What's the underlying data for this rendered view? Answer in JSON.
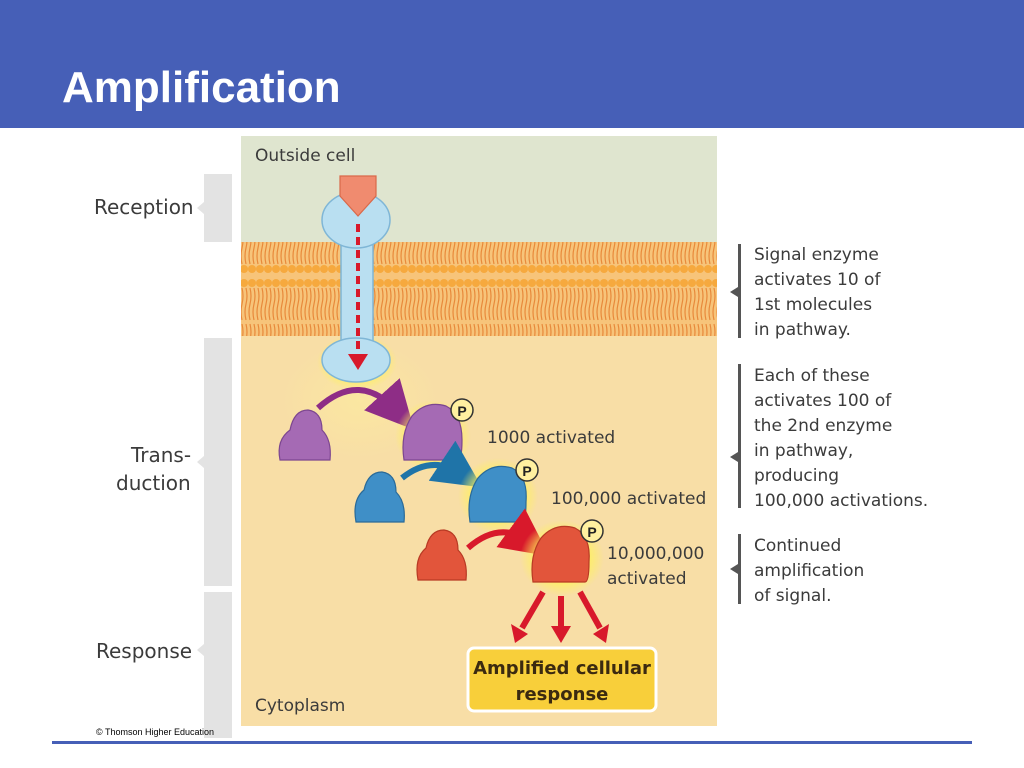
{
  "slide": {
    "title": "Amplification",
    "copyright": "© Thomson Higher Education",
    "accent_color": "#465fb7"
  },
  "diagram": {
    "outside_label": "Outside cell",
    "cytoplasm_label": "Cytoplasm",
    "phases": {
      "reception": "Reception",
      "transduction_line1": "Trans-",
      "transduction_line2": "duction",
      "response": "Response"
    },
    "phospho_label": "P",
    "counts": {
      "first": "1000 activated",
      "second": "100,000 activated",
      "third_line1": "10,000,000",
      "third_line2": "activated"
    },
    "response_box": {
      "line1": "Amplified cellular",
      "line2": "response"
    },
    "notes": [
      [
        "Signal enzyme",
        "activates 10 of",
        "1st molecules",
        "in pathway."
      ],
      [
        "Each of these",
        "activates 100 of",
        "the 2nd enzyme",
        "in pathway,",
        "producing",
        "100,000 activations."
      ],
      [
        "Continued",
        "amplification",
        "of signal."
      ]
    ],
    "colors": {
      "extracellular": "#dfe5cf",
      "cytoplasm": "#f8dea6",
      "membrane": "#f5b24d",
      "receptor": "#b9dff1",
      "signal": "#f08b6f",
      "enzyme1": "#a56ab4",
      "enzyme2": "#3f8fc7",
      "enzyme3": "#e2553b",
      "glow": "#fff25a",
      "response_box": "#f8cf3a"
    }
  }
}
